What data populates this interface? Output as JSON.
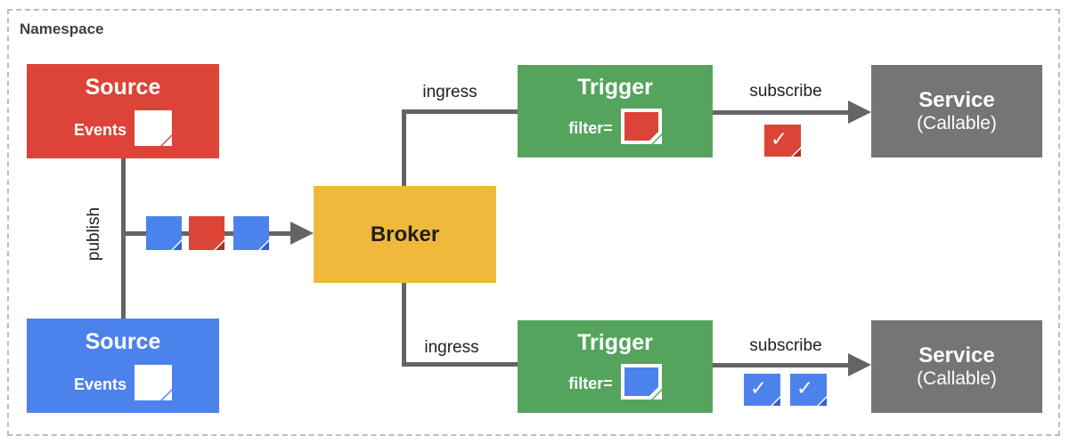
{
  "namespace_label": "Namespace",
  "colors": {
    "red": "#db4437",
    "red_fold": "#a93226",
    "blue": "#4c82ec",
    "blue_fold": "#3462c9",
    "green": "#55a45e",
    "yellow": "#f0b93c",
    "gray": "#757575",
    "line": "#646464",
    "boundary": "#bdbdbd"
  },
  "nodes": {
    "source_top": {
      "title": "Source",
      "events_label": "Events"
    },
    "source_bottom": {
      "title": "Source",
      "events_label": "Events"
    },
    "broker": {
      "title": "Broker"
    },
    "trigger_top": {
      "title": "Trigger",
      "filter_label": "filter="
    },
    "trigger_bottom": {
      "title": "Trigger",
      "filter_label": "filter="
    },
    "service_top": {
      "title": "Service",
      "subtitle": "(Callable)"
    },
    "service_bottom": {
      "title": "Service",
      "subtitle": "(Callable)"
    }
  },
  "edges": {
    "publish": "publish",
    "ingress_top": "ingress",
    "ingress_bottom": "ingress",
    "subscribe_top": "subscribe",
    "subscribe_bottom": "subscribe"
  },
  "glyphs": {
    "checkmark": "✓"
  }
}
